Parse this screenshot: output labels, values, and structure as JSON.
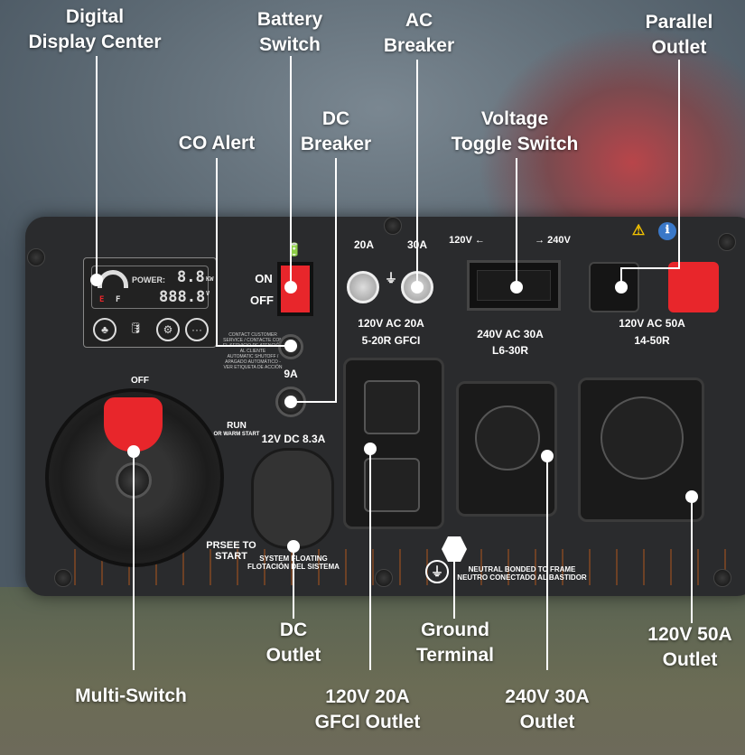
{
  "callouts": {
    "digital_display": [
      "Digital",
      "Display Center"
    ],
    "battery_switch": [
      "Battery",
      "Switch"
    ],
    "ac_breaker": [
      "AC",
      "Breaker"
    ],
    "parallel_outlet": [
      "Parallel",
      "Outlet"
    ],
    "co_alert": "CO Alert",
    "dc_breaker": [
      "DC",
      "Breaker"
    ],
    "voltage_toggle": [
      "Voltage",
      "Toggle Switch"
    ],
    "multi_switch": "Multi-Switch",
    "dc_outlet": [
      "DC",
      "Outlet"
    ],
    "ground_terminal": [
      "Ground",
      "Terminal"
    ],
    "gfci_outlet": [
      "120V 20A",
      "GFCI Outlet"
    ],
    "outlet_240": [
      "240V 30A",
      "Outlet"
    ],
    "outlet_50a": [
      "120V 50A",
      "Outlet"
    ]
  },
  "panel": {
    "display": {
      "power_label": "POWER:",
      "kw": "8.8",
      "kw_unit": "KW",
      "volt": "888.8",
      "volt_unit": "V",
      "fuel_e": "E",
      "fuel_f": "F"
    },
    "battery_on": "ON",
    "battery_off": "OFF",
    "breaker_20a": "20A",
    "breaker_30a": "30A",
    "volt_120": "120V ←",
    "volt_240": "→ 240V",
    "gfci_rating": [
      "120V AC 20A",
      "5-20R GFCI"
    ],
    "l630_rating": [
      "240V AC 30A",
      "L6-30R"
    ],
    "r1450_rating": [
      "120V AC 50A",
      "14-50R"
    ],
    "dc_breaker_rating": "9A",
    "dc_outlet_rating": "12V DC 8.3A",
    "knob_off": "OFF",
    "knob_run": "RUN",
    "knob_warm": "OR WARM START",
    "press_to_start": [
      "PRSEE TO",
      "START"
    ],
    "system_floating": [
      "SYSTEM FLOATING",
      "FLOTACIÓN DEL SISTEMA"
    ],
    "neutral_bonded": [
      "NEUTRAL BONDED TO FRAME",
      "NEUTRO CONECTADO AL BASTIDOR"
    ],
    "co_warning": [
      "CONTACT CUSTOMER SERVICE / CONTACTE CON EL SERVICIO DE ATENCIÓN AL CLIENTE",
      "AUTOMATIC SHUTOFF / APAGADO AUTOMÁTICO - VER ETIQUETA DE ACCIÓN"
    ]
  },
  "colors": {
    "accent_red": "#e8262b",
    "panel": "#2a2b2d"
  }
}
